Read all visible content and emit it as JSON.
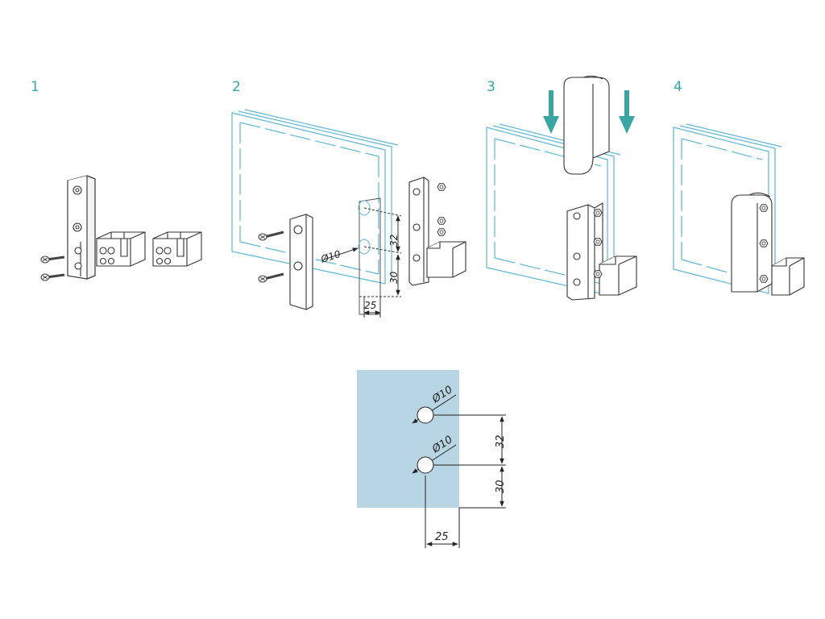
{
  "steps": [
    "1",
    "2",
    "3",
    "4"
  ],
  "dims": {
    "hole_diameter": "Ø10",
    "spacing_between_holes": "32",
    "hole_to_bottom_edge": "30",
    "hole_to_side_edge": "25"
  },
  "colors": {
    "step_number": "#37a6a8",
    "glass_edge": "#5fb6d6",
    "glass_panel": "#b8d5e4",
    "arrow": "#3aa6a4"
  }
}
